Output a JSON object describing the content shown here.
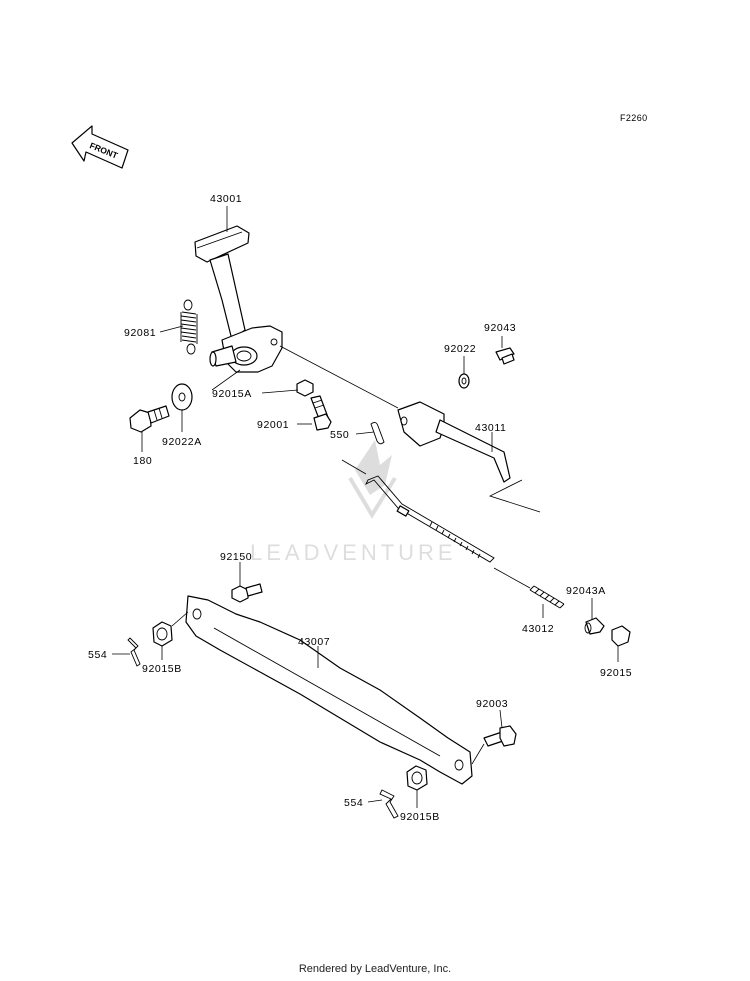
{
  "diagram_code": "F2260",
  "front_label": "FRONT",
  "watermark": "LEADVENTURE",
  "footer": "Rendered by LeadVenture, Inc.",
  "labels": {
    "p43001": "43001",
    "p92081": "92081",
    "p92015A": "92015A",
    "p92001": "92001",
    "p92022A": "92022A",
    "p180": "180",
    "p92022": "92022",
    "p92043": "92043",
    "p550": "550",
    "p43011": "43011",
    "p92150": "92150",
    "p43007": "43007",
    "p554a": "554",
    "p92015Ba": "92015B",
    "p92043A": "92043A",
    "p43012": "43012",
    "p92015": "92015",
    "p92003": "92003",
    "p554b": "554",
    "p92015Bb": "92015B"
  }
}
